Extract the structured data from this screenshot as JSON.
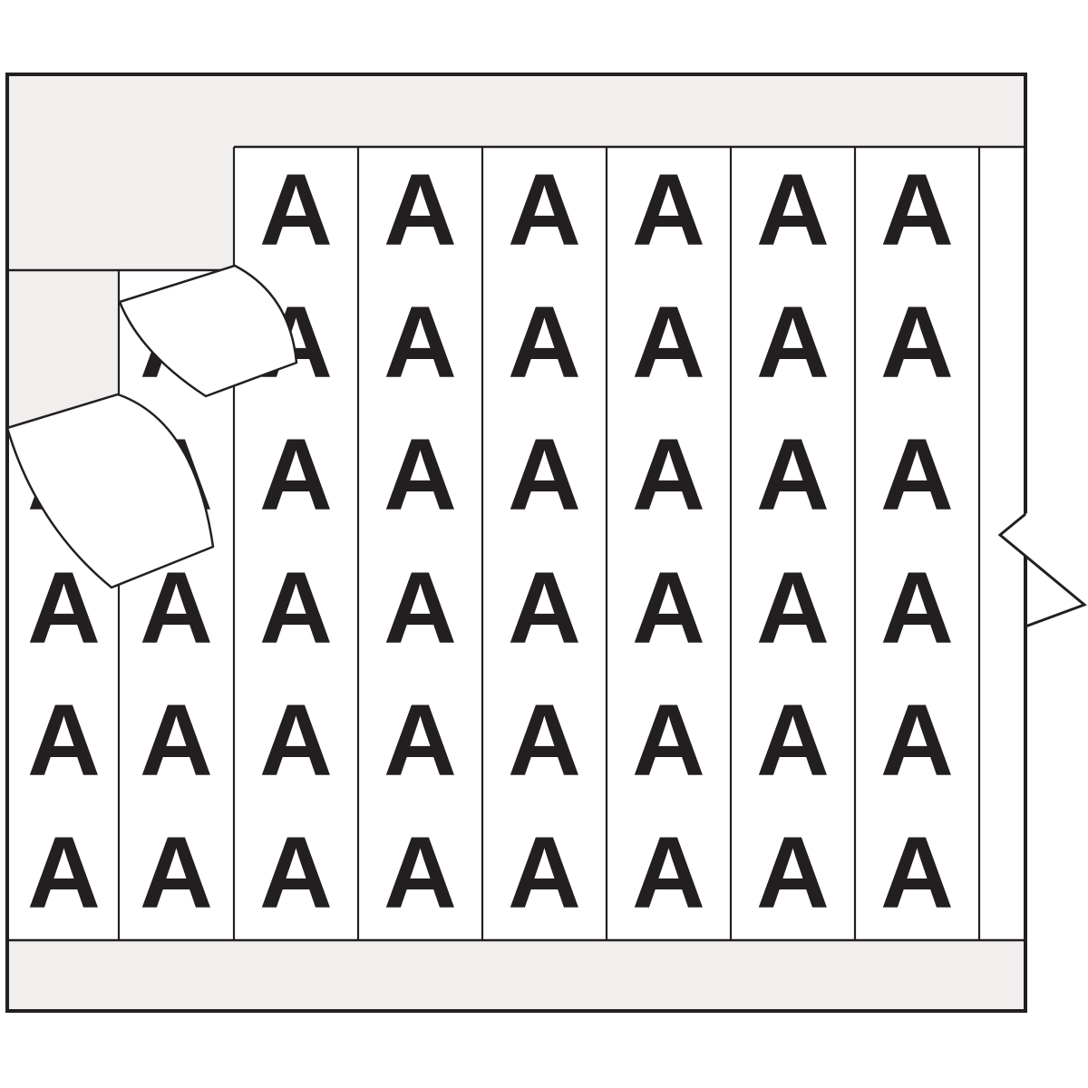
{
  "product": {
    "description": "Wire marker label card",
    "marker_letter": "A",
    "peeled_labels_count": 2,
    "visible_letter_count": 45
  },
  "colors": {
    "ink": "#231f20",
    "card_background": "#f0efee",
    "label_white": "#ffffff",
    "page_background": "#ffffff"
  },
  "grid": {
    "font_size": 112,
    "column_centers": [
      70.5,
      194.5,
      326.5,
      463.5,
      600.5,
      737.5,
      874.5,
      1011.5
    ],
    "row_centers": [
      229,
      375,
      521,
      668,
      814,
      960
    ],
    "skips": [
      [
        0,
        0
      ],
      [
        0,
        1
      ],
      [
        1,
        0
      ]
    ]
  }
}
